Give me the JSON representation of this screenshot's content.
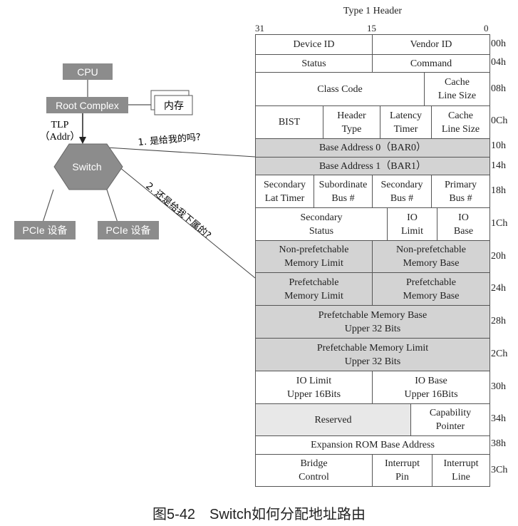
{
  "header": {
    "title": "Type 1 Header",
    "bit_high": "31",
    "bit_mid": "15",
    "bit_low": "0"
  },
  "registers": {
    "device_id": "Device ID",
    "vendor_id": "Vendor ID",
    "off_00": "00h",
    "status": "Status",
    "command": "Command",
    "off_04": "04h",
    "class_code": "Class Code",
    "cache_line": "Cache\nLine Size",
    "off_08": "08h",
    "bist": "BIST",
    "header_type": "Header\nType",
    "latency_timer": "Latency\nTimer",
    "cache_line2": "Cache\nLine Size",
    "off_0c": "0Ch",
    "bar0": "Base Address 0（BAR0）",
    "off_10": "10h",
    "bar1": "Base Address 1（BAR1）",
    "off_14": "14h",
    "sec_lat": "Secondary\nLat Timer",
    "sub_bus": "Subordinate\nBus #",
    "sec_bus": "Secondary\nBus #",
    "pri_bus": "Primary\nBus #",
    "off_18": "18h",
    "sec_status": "Secondary\nStatus",
    "io_limit": "IO\nLimit",
    "io_base": "IO\nBase",
    "off_1c": "1Ch",
    "np_mem_limit": "Non-prefetchable\nMemory Limit",
    "np_mem_base": "Non-prefetchable\nMemory Base",
    "off_20": "20h",
    "p_mem_limit": "Prefetchable\nMemory Limit",
    "p_mem_base": "Prefetchable\nMemory Base",
    "off_24": "24h",
    "p_base_upper": "Prefetchable Memory Base\nUpper 32 Bits",
    "off_28": "28h",
    "p_limit_upper": "Prefetchable Memory Limit\nUpper 32 Bits",
    "off_2c": "2Ch",
    "io_limit_upper": "IO Limit\nUpper 16Bits",
    "io_base_upper": "IO Base\nUpper 16Bits",
    "off_30": "30h",
    "reserved": "Reserved",
    "cap_ptr": "Capability\nPointer",
    "off_34": "34h",
    "exp_rom": "Expansion ROM Base Address",
    "off_38": "38h",
    "bridge_ctrl": "Bridge\nControl",
    "int_pin": "Interrupt\nPin",
    "int_line": "Interrupt\nLine",
    "off_3c": "3Ch"
  },
  "left": {
    "cpu": "CPU",
    "root_complex": "Root Complex",
    "memory": "内存",
    "tlp": "TLP",
    "addr": "（Addr）",
    "switch": "Switch",
    "q1": "1. 是给我的吗?",
    "q2": "2. 还是给我下属的?",
    "pcie1": "PCIe 设备",
    "pcie2": "PCIe 设备"
  },
  "caption": "图5-42　Switch如何分配地址路由"
}
